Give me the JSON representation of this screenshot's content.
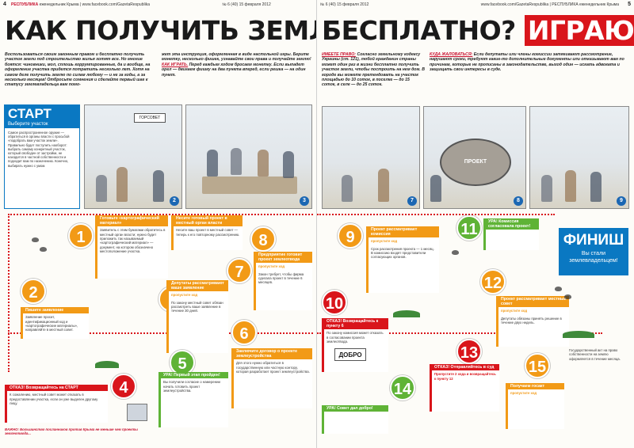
{
  "left_page": {
    "page_number": "4",
    "runhead_brand": "РЕСПУБЛИКА",
    "runhead_text": "еженедельник Крыма | www.facebook.com/GazetaRespublika",
    "runhead_issue": "№ 6 (40) 15 февраля 2012",
    "headline": "КАК ПОЛУЧИТЬ ЗЕМЛЮ",
    "intro_1": "Воспользоваться своим законным правом и бесплатно получить участок земли под строительство жилья хотят все. Но многие боятся: чиновники, мол, сплошь коррумпированные, да и вообще, на оформление участка придется потратить несколько лет. Хотя на самом деле получить землю по силам любому — и не за годы, а за несколько месяцев! Отбросьте сомнения и сделайте первый шаг к статусу землевладельца вам помо-",
    "intro_2": "жет эта инструкция, оформленная в виде настольной игры. Берите монетку, несколько фишек, узнавайте свои права и получайте землю!",
    "intro_rule_lead": "КАК ИГРАТЬ.",
    "intro_rule": "Перед каждым ходом бросаем монетку. Если выпадет орел — двигаем фишку на два пункта вперед, если решка — на один пункт.",
    "start_title": "СТАРТ",
    "start_sub": "Выберите участок",
    "start_text": "Самое распространенное оружие — обратиться в органы власти с просьбой «подобрать вам участок земли». Правильно будет поступить наоборот: выбрать самому конкретный участок, который свободен от застройки, не находится в частной собственности и подходит вам по назначению. Конечно, выбирать нужно с умом.",
    "step1_head": "Готовьте «картографический материал»",
    "step1_text": "Заявитель с этим бумагами обратитесь в местный орган власти; нужно будет приложить так называемый «картографический материал» — документ, на котором обозначено местоположение участка.",
    "step2_head": "Пишите заявление",
    "step2_text": "Заявление просит, идентификационный код и «картографические материалы», направляйте в местный совет.",
    "step3_head": "Депутаты рассматривают ваше заявление",
    "step3_skip": "пропустите ход",
    "step3_text": "По закону местный совет обязан рассмотреть ваше заявление в течение 30 дней.",
    "step4_head": "ОТКАЗ! Возвращайтесь на СТАРТ",
    "step4_text": "К сожалению, местный совет может отказать в предоставлении участка, если он уже выделен другому лицу.",
    "step5_head": "УРА! Первый этап пройден!",
    "step5_text": "Вы получили согласие о намерении начать готовить проект землеустройства.",
    "step6_head": "Заключите договор о проекте землеустройства",
    "step6_text": "Для этого нужно обратиться в государственную или частную контору, которая разработает проект землеустройства.",
    "step7_head": "Предприятие готовит проект землеотвода",
    "step7_skip": "пропустите ход",
    "step7_text": "Закон требует, чтобы фирма сделала проект в течение 6 месяцев.",
    "step8_head": "Несите готовый проект в местный орган власти",
    "step8_text": "Несите ваш проект в местный совет — теперь к его повторному рассмотрению.",
    "footnote": "ВАЖНО: Большинство посланников против Крыма не меньше чем проекты землеотвода...",
    "circle_1": "1",
    "circle_2": "2",
    "circle_3": "3",
    "circle_4": "4",
    "circle_5": "5",
    "circle_6": "6",
    "circle_7": "7",
    "circle_8": "8",
    "illus_2": "2",
    "illus_3": "3",
    "illus_sign": "ГОРСОВЕТ"
  },
  "right_page": {
    "page_number": "5",
    "runhead_issue": "№ 6 (40) 15 февраля 2012",
    "runhead_text": "www.facebook.com/GazetaRespublika | РЕСПУБЛИКА еженедельник Крыма",
    "headline_black": "БЕСПЛАТНО?",
    "headline_red": "ИГРАЮЧИ!",
    "intro_lead_1": "ИМЕЕТЕ ПРАВО:",
    "intro_1": "Согласно земельному кодексу Украины (ст. 121), любой гражданин страны может один раз в жизни бесплатно получить участок земли, чтобы построить на нем дом. В городе вы можете претендовать на участок площадью до 10 соток, в поселке — до 15 соток, в селе — до 25 соток.",
    "intro_lead_2": "КУДА ЖАЛОВАТЬСЯ:",
    "intro_2": "Если депутаты или члены комиссии затягивают рассмотрение, нарушают сроки, требуют какие-то дополнительные документы или отказывают вам по причинам, которые не прописаны в законодательстве, выход один — искать адвоката и защищать свои интересы в суде.",
    "step9_head": "Проект рассматривает комиссия",
    "step9_skip": "пропустите ход",
    "step9_text": "Срок рассмотрения проекта — 1 месяц. В комиссию входят представители согласующих органов.",
    "step10_head": "ОТКАЗ! Возвращайтесь к пункту 6",
    "step10_text": "По закону комиссия может отказать в согласовании проекта землеотвода.",
    "step11_head": "УРА! Комиссия согласовала проект!",
    "step12_head": "Проект рассматривает местный совет",
    "step12_skip": "пропустите ход",
    "step12_text": "Депутаты обязаны принять решение в течение двух недель.",
    "step13_head": "ОТКАЗ! Отправляйтесь в суд",
    "step13_text": "Пропустите 2 хода и возвращайтесь к пункту 12",
    "step14_head": "УРА! Совет дал добро!",
    "step15_head": "Получаем госакт",
    "step15_skip": "пропустите ход",
    "step15_text": "Государственный акт на право собственности на землю оформляется в течение месяца.",
    "finish_title": "ФИНИШ",
    "finish_sub": "Вы стали землевладельцем!",
    "circle_9": "9",
    "circle_10": "10",
    "circle_11": "11",
    "circle_12": "12",
    "circle_13": "13",
    "circle_14": "14",
    "circle_15": "15",
    "illus_7": "7",
    "illus_8": "8",
    "illus_9": "9",
    "sign_proekt": "ПРОЕКТ",
    "sign_dobro": "ДОБРО"
  },
  "colors": {
    "accent_red": "#d9151b",
    "accent_blue": "#0a78c2",
    "step_orange": "#f29a16",
    "step_green": "#5fb336"
  }
}
